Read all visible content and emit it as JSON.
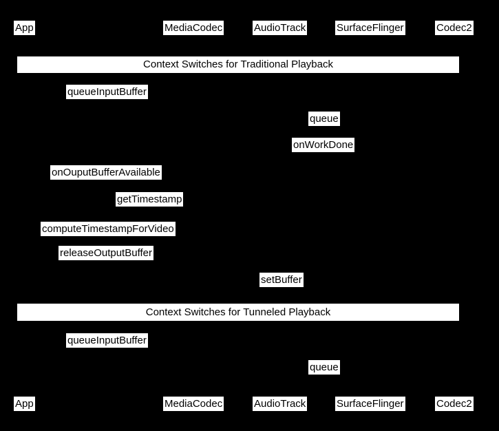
{
  "colors": {
    "background": "#000000",
    "label_background": "#ffffff",
    "label_text": "#000000"
  },
  "participants_top": [
    "App",
    "MediaCodec",
    "AudioTrack",
    "SurfaceFlinger",
    "Codec2"
  ],
  "participants_bottom": [
    "App",
    "MediaCodec",
    "AudioTrack",
    "SurfaceFlinger",
    "Codec2"
  ],
  "sections": [
    {
      "title": "Context Switches for Traditional Playback",
      "messages": [
        "queueInputBuffer",
        "queue",
        "onWorkDone",
        "onOuputBufferAvailable",
        "getTimestamp",
        "computeTimestampForVideo",
        "releaseOutputBuffer",
        "setBuffer"
      ]
    },
    {
      "title": "Context Switches for Tunneled Playback",
      "messages": [
        "queueInputBuffer",
        "queue"
      ]
    }
  ]
}
